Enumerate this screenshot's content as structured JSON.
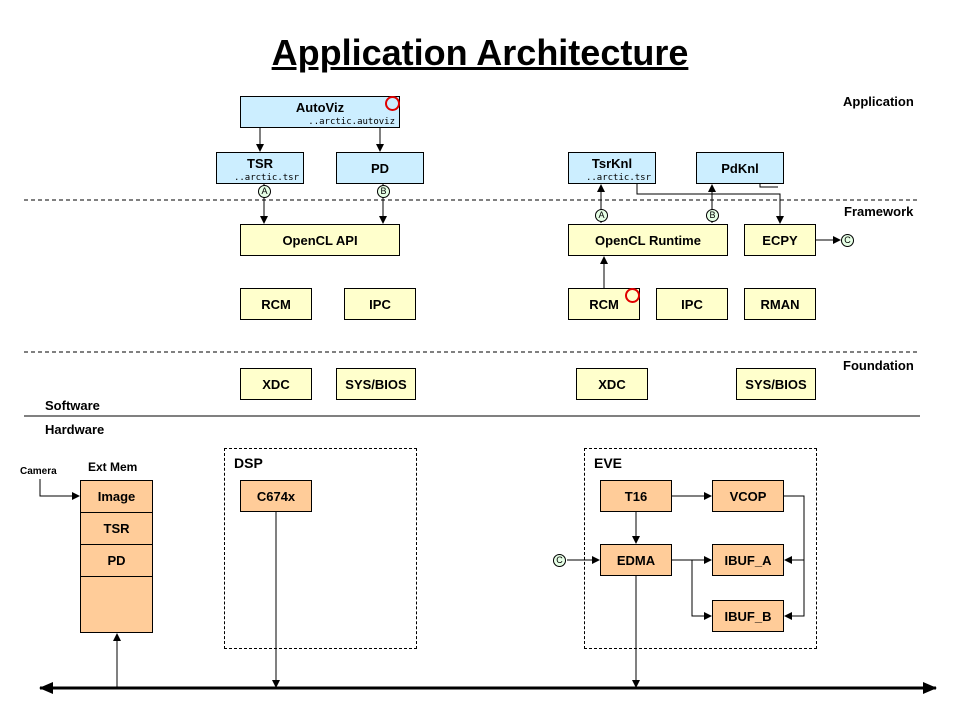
{
  "title": "Application Architecture",
  "layers": {
    "application": "Application",
    "framework": "Framework",
    "foundation": "Foundation",
    "software": "Software",
    "hardware": "Hardware"
  },
  "blocks": {
    "autoviz": "AutoViz",
    "autoviz_sub": "..arctic.autoviz",
    "tsr": "TSR",
    "tsr_sub": "..arctic.tsr",
    "pd": "PD",
    "tsrknl": "TsrKnl",
    "tsrknl_sub": "..arctic.tsr",
    "pdknl": "PdKnl",
    "opencl_api": "OpenCL API",
    "opencl_runtime": "OpenCL Runtime",
    "ecpy": "ECPY",
    "rcm_left": "RCM",
    "ipc_left": "IPC",
    "rcm_right": "RCM",
    "ipc_right": "IPC",
    "rman": "RMAN",
    "xdc_left": "XDC",
    "sysbios_left": "SYS/BIOS",
    "xdc_right": "XDC",
    "sysbios_right": "SYS/BIOS"
  },
  "nodes": {
    "a": "A",
    "b": "B",
    "c": "C"
  },
  "hardware": {
    "camera": "Camera",
    "ext_mem": "Ext Mem",
    "image": "Image",
    "tsr": "TSR",
    "pd": "PD",
    "dsp": "DSP",
    "c674x": "C674x",
    "eve": "EVE",
    "t16": "T16",
    "vcop": "VCOP",
    "edma": "EDMA",
    "ibuf_a": "IBUF_A",
    "ibuf_b": "IBUF_B"
  },
  "colors": {
    "application_block": "#cceeff",
    "framework_block": "#ffffcc",
    "hardware_block": "#ffcc99",
    "node_fill": "#e6ffe6",
    "marker_ring": "#e00000"
  }
}
